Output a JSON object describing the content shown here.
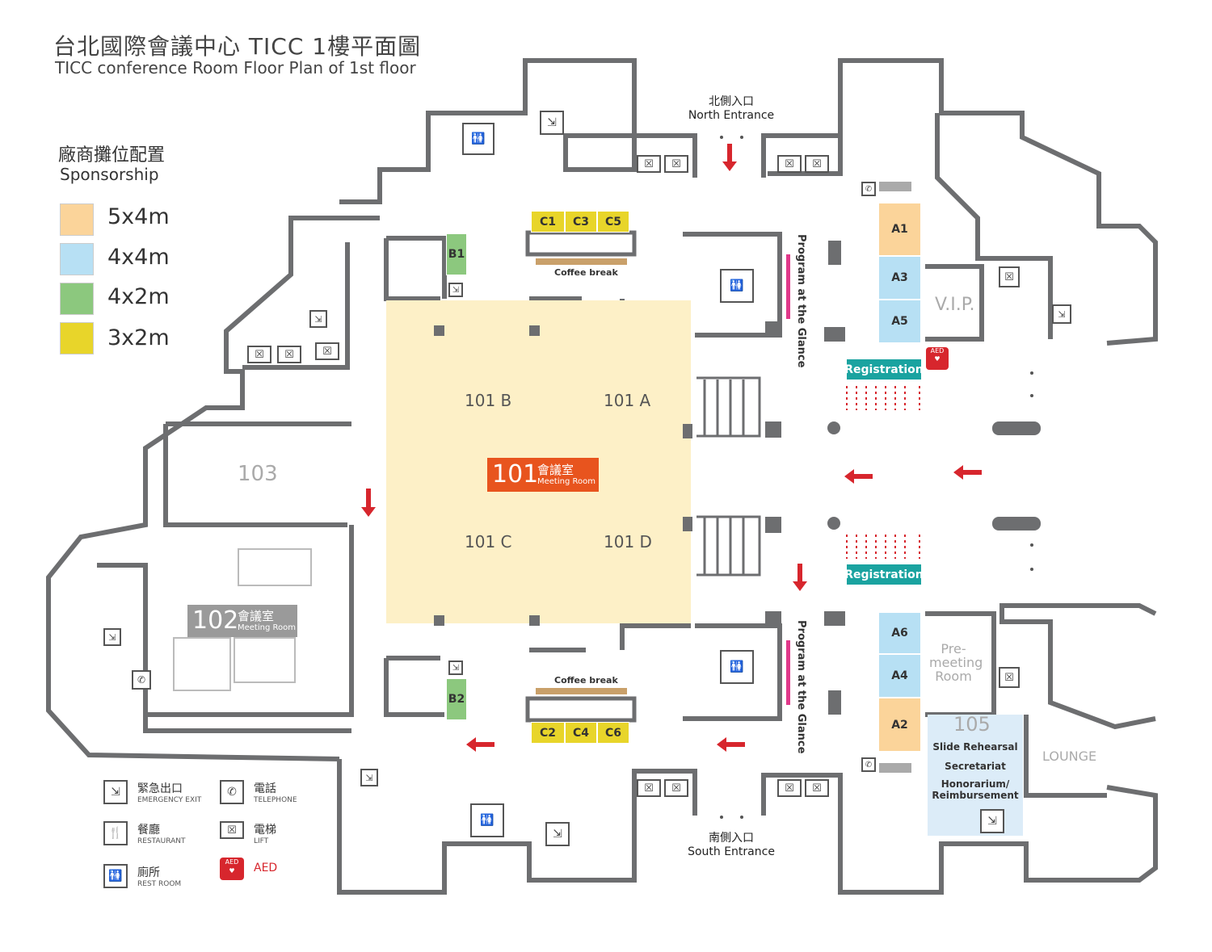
{
  "title": {
    "zh": "台北國際會議中心 TICC 1樓平面圖",
    "en": "TICC conference Room Floor Plan of 1st floor"
  },
  "legend_sponsor": {
    "zh": "廠商攤位配置",
    "en": "Sponsorship",
    "items": [
      {
        "label": "5x4m",
        "color": "#fbd49a"
      },
      {
        "label": "4x4m",
        "color": "#b7e0f4"
      },
      {
        "label": "4x2m",
        "color": "#8cc87e"
      },
      {
        "label": "3x2m",
        "color": "#e8d52a"
      }
    ]
  },
  "rooms": {
    "r101b": "101 B",
    "r101a": "101 A",
    "r101c": "101 C",
    "r101d": "101 D",
    "r101_num": "101",
    "r101_zh": "會議室",
    "r101_en": "Meeting Room",
    "r102_num": "102",
    "r102_zh": "會議室",
    "r102_en": "Meeting Room",
    "r103": "103",
    "r105": "105",
    "vip": "V.I.P.",
    "premeeting": "Pre-\nmeeting\nRoom",
    "lounge": "LOUNGE",
    "slide": "Slide Rehearsal",
    "secretariat": "Secretariat",
    "honorarium": "Honorarium/\nReimbursement"
  },
  "booths": {
    "c1": "C1",
    "c3": "C3",
    "c5": "C5",
    "c2": "C2",
    "c4": "C4",
    "c6": "C6",
    "b1": "B1",
    "b2": "B2",
    "a1": "A1",
    "a3": "A3",
    "a5": "A5",
    "a6": "A6",
    "a4": "A4",
    "a2": "A2"
  },
  "labels": {
    "coffee": "Coffee break",
    "program": "Program at the Glance",
    "registration": "Registration",
    "north_zh": "北側入口",
    "north_en": "North Entrance",
    "south_zh": "南側入口",
    "south_en": "South Entrance",
    "aed_badge": "AED"
  },
  "legend_icons": [
    {
      "zh": "緊急出口",
      "en": "EMERGENCY EXIT",
      "icon": "emergency-exit-icon"
    },
    {
      "zh": "電話",
      "en": "TELEPHONE",
      "icon": "telephone-icon"
    },
    {
      "zh": "餐廳",
      "en": "RESTAURANT",
      "icon": "restaurant-icon"
    },
    {
      "zh": "電梯",
      "en": "LIFT",
      "icon": "lift-icon"
    },
    {
      "zh": "廁所",
      "en": "REST ROOM",
      "icon": "restroom-icon"
    },
    {
      "zh": "",
      "en": "AED",
      "icon": "aed-icon"
    }
  ],
  "colors": {
    "wall": "#6d6e70",
    "room101": "#fdf0c7",
    "meeting_label": "#e8541e",
    "registration": "#1aa3a0",
    "program_bar": "#e0388a",
    "arrow": "#d7262d",
    "room105": "#dcecf8"
  }
}
